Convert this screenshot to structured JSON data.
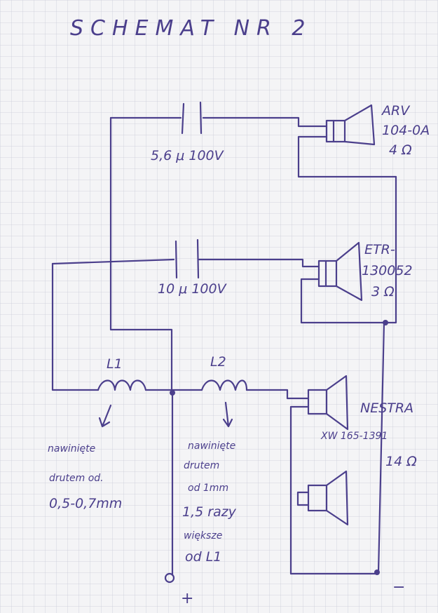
{
  "title": "SCHEMAT NR 2",
  "capacitors": {
    "c1": "5,6 μ 100V",
    "c2": "10 μ 100V"
  },
  "inductors": {
    "l1": "L1",
    "l2": "L2"
  },
  "speakers": {
    "tweeter": [
      "ARV",
      "104-0A",
      "4 Ω"
    ],
    "midrange": [
      "ETR-",
      "130052",
      "3 Ω"
    ],
    "woofers": [
      "NESTRA",
      "XW 165-1391",
      "14 Ω"
    ]
  },
  "notes": {
    "l1": [
      "nawinięte",
      "drutem od.",
      "0,5-0,7mm"
    ],
    "l2": [
      "nawinięte",
      "drutem",
      "od 1mm",
      "1,5 razy",
      "większe",
      "od L1"
    ]
  },
  "terminals": {
    "plus": "+",
    "minus": "−"
  },
  "colors": {
    "ink": "#4b3f8c",
    "paper": "#f4f4f6",
    "grid": "#c9ccd8"
  }
}
